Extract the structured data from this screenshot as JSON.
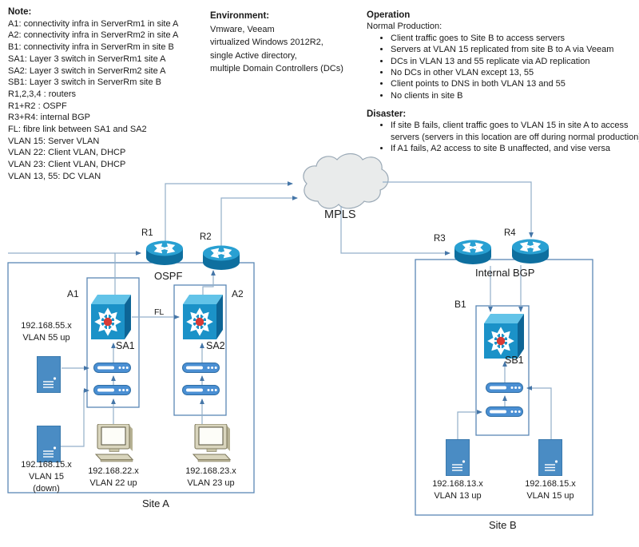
{
  "note": {
    "title": "Note:",
    "lines": [
      "A1: connectivity infra in ServerRm1 in site A",
      "A2: connectivity infra in ServerRm2 in site A",
      "B1: connectivity infra in ServerRm in site B",
      "SA1: Layer 3 switch in ServerRm1 site A",
      "SA2: Layer 3 switch in ServerRm2 site A",
      "SB1: Layer 3 switch in ServerRm site B",
      "R1,2,3,4 : routers",
      "R1+R2 : OSPF",
      "R3+R4: internal BGP",
      "FL: fibre link between SA1 and SA2",
      "VLAN 15: Server VLAN",
      "VLAN 22: Client VLAN, DHCP",
      "VLAN 23: Client VLAN, DHCP",
      "VLAN 13,  55: DC VLAN"
    ]
  },
  "environment": {
    "title": "Environment:",
    "lines": [
      "Vmware, Veeam",
      "virtualized Windows 2012R2,",
      "single Active directory,",
      "multiple Domain Controllers (DCs)"
    ]
  },
  "operation": {
    "title": "Operation",
    "subtitle": "Normal Production:",
    "bullets": [
      "Client traffic goes to Site B to access servers",
      "Servers at VLAN 15 replicated from site B to A via Veeam",
      "DCs in VLAN 13 and 55 replicate via AD replication",
      "No DCs in other VLAN except 13, 55",
      "Client points to DNS in both VLAN 13 and 55",
      "No clients in site B"
    ]
  },
  "disaster": {
    "title": "Disaster:",
    "bullets": [
      "If site B fails, client traffic goes to VLAN 15 in site A to access servers (servers in this location are off during normal production)",
      "If A1 fails, A2 access to site B unaffected, and vise versa"
    ]
  },
  "wan": {
    "label": "MPLS"
  },
  "routers": {
    "r1": "R1",
    "r2": "R2",
    "r3": "R3",
    "r4": "R4"
  },
  "protocols": {
    "ospf": "OSPF",
    "ibgp": "Internal BGP"
  },
  "site_a": {
    "label": "Site A",
    "a1": "A1",
    "a2": "A2",
    "sa1": "SA1",
    "sa2": "SA2",
    "fl": "FL",
    "server_55": {
      "line1": "192.168.55.x",
      "line2": "VLAN 55 up"
    },
    "server_15": {
      "line1": "192.168.15.x",
      "line2": "VLAN 15",
      "line3": "(down)"
    },
    "client_22": {
      "line1": "192.168.22.x",
      "line2": "VLAN 22 up"
    },
    "client_23": {
      "line1": "192.168.23.x",
      "line2": "VLAN 23 up"
    }
  },
  "site_b": {
    "label": "Site B",
    "b1": "B1",
    "sb1": "SB1",
    "server_13": {
      "line1": "192.168.13.x",
      "line2": "VLAN 13 up"
    },
    "server_15": {
      "line1": "192.168.15.x",
      "line2": "VLAN 15 up"
    }
  },
  "colors": {
    "cisco_blue": "#1b92c8",
    "line": "#93afc9",
    "arrow": "#4576a8",
    "box_border": "#5a87b5",
    "switch_red": "#d93a35",
    "server_blue": "#4a8cc4",
    "client_tan": "#d9d5bd",
    "cloud_fill": "#e9ebeb"
  }
}
